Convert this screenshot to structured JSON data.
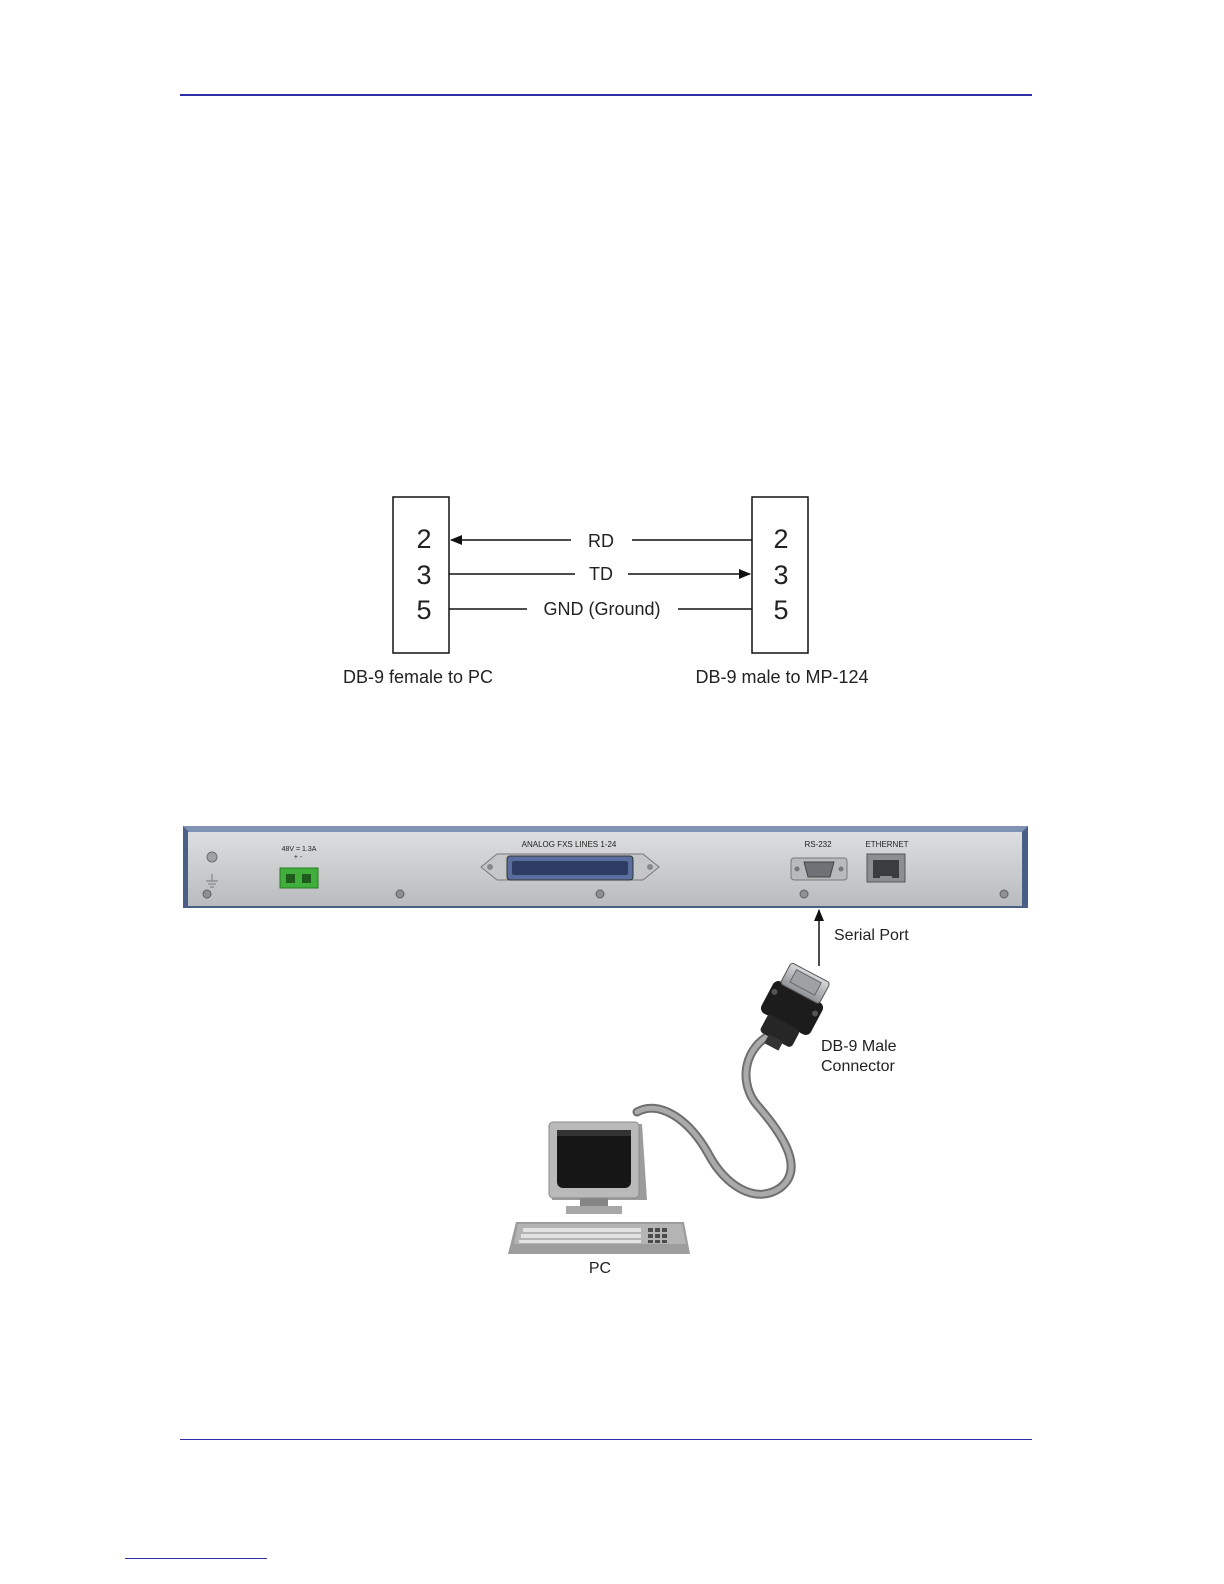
{
  "colors": {
    "rule": "#2e2fa6",
    "footnote_rule": "#2e2fa6",
    "chassis_blue": "#4a5f86",
    "chassis_face": "#c9cbcc",
    "connector_green": "#3fae3a",
    "cable_gray": "#9a9a9a"
  },
  "pinout": {
    "left_pins": [
      "2",
      "3",
      "5"
    ],
    "right_pins": [
      "2",
      "3",
      "5"
    ],
    "signals": [
      "RD",
      "TD",
      "GND (Ground)"
    ],
    "left_caption": "DB-9 female to PC",
    "right_caption": "DB-9 male to MP-124"
  },
  "device": {
    "power_label": "48V = 1.3A",
    "power_polarity": "+  -",
    "fxs_label": "ANALOG  FXS  LINES  1-24",
    "rs232_label": "RS-232",
    "ethernet_label": "ETHERNET"
  },
  "connection": {
    "serial_port_label": "Serial Port",
    "connector_label_line1": "DB-9 Male",
    "connector_label_line2": "Connector",
    "pc_label": "PC"
  },
  "icons": [
    "ground-icon",
    "screw-icon",
    "computer-icon",
    "db9-plug-icon"
  ]
}
